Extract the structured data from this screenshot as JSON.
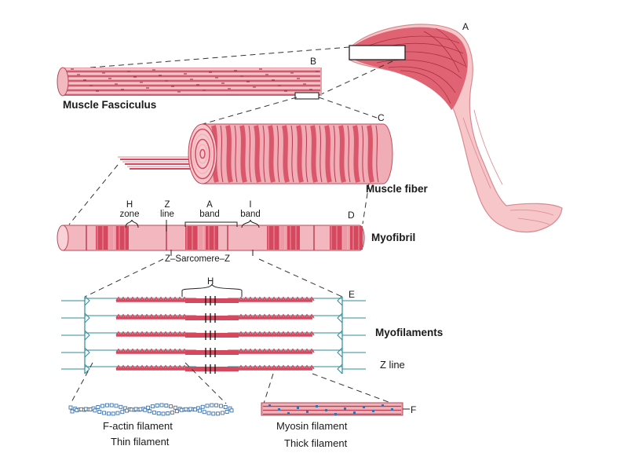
{
  "labels": {
    "letter_a": "A",
    "letter_b": "B",
    "letter_c": "C",
    "letter_d": "D",
    "letter_e": "E",
    "letter_f": "F",
    "fasciculus": "Muscle Fasciculus",
    "fiber": "Muscle fiber",
    "myofibril": "Myofibril",
    "myofilaments": "Myofilaments",
    "z_line": "Z line",
    "h_zone_line1": "H",
    "h_zone_line2": "zone",
    "z_top_line1": "Z",
    "z_top_line2": "line",
    "a_band_line1": "A",
    "a_band_line2": "band",
    "i_band_line1": "I",
    "i_band_line2": "band",
    "sarcomere": "Z–Sarcomere–Z",
    "h_filaments": "H",
    "f_actin": "F-actin filament",
    "thin_filament": "Thin filament",
    "myosin": "Myosin filament",
    "thick_filament": "Thick filament"
  },
  "colors": {
    "muscle": "#d6485e",
    "muscle_light": "#f3b7bf",
    "skin": "#f5c3c6",
    "line": "#2b2b2b",
    "zline": "#2e8b9a",
    "actin": "#3a6fa8"
  }
}
